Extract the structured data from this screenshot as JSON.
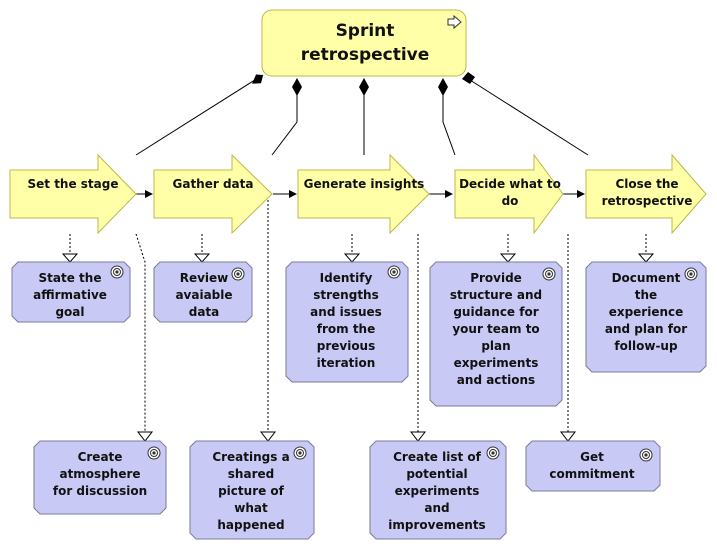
{
  "title": "Sprint retrospective",
  "colors": {
    "phase_fill": "#FFFFA8",
    "phase_stroke": "#B8B84A",
    "activity_fill": "#C9C9F5",
    "activity_stroke": "#7A7A9E",
    "line": "#000000"
  },
  "phases": [
    {
      "label": "Set the stage"
    },
    {
      "label": "Gather data"
    },
    {
      "label": "Generate insights"
    },
    {
      "label": "Decide what to do"
    },
    {
      "label": "Close the retrospective"
    }
  ],
  "activities": [
    {
      "label": "State the affirmative goal",
      "phase": "Set the stage"
    },
    {
      "label": "Create atmosphere for discussion",
      "phase": "Set the stage"
    },
    {
      "label": "Review avaiable data",
      "phase": "Gather data"
    },
    {
      "label": "Creatings a shared picture of what happened",
      "phase": "Gather data"
    },
    {
      "label": "Identify strengths and issues from the previous iteration",
      "phase": "Generate insights"
    },
    {
      "label": "Create list of potential experiments and improvements",
      "phase": "Generate insights"
    },
    {
      "label": "Provide structure and guidance for your team to plan experiments and actions",
      "phase": "Decide what to do"
    },
    {
      "label": "Get commitment",
      "phase": "Decide what to do"
    },
    {
      "label": "Document the experience and plan for follow-up",
      "phase": "Close the retrospective"
    }
  ]
}
